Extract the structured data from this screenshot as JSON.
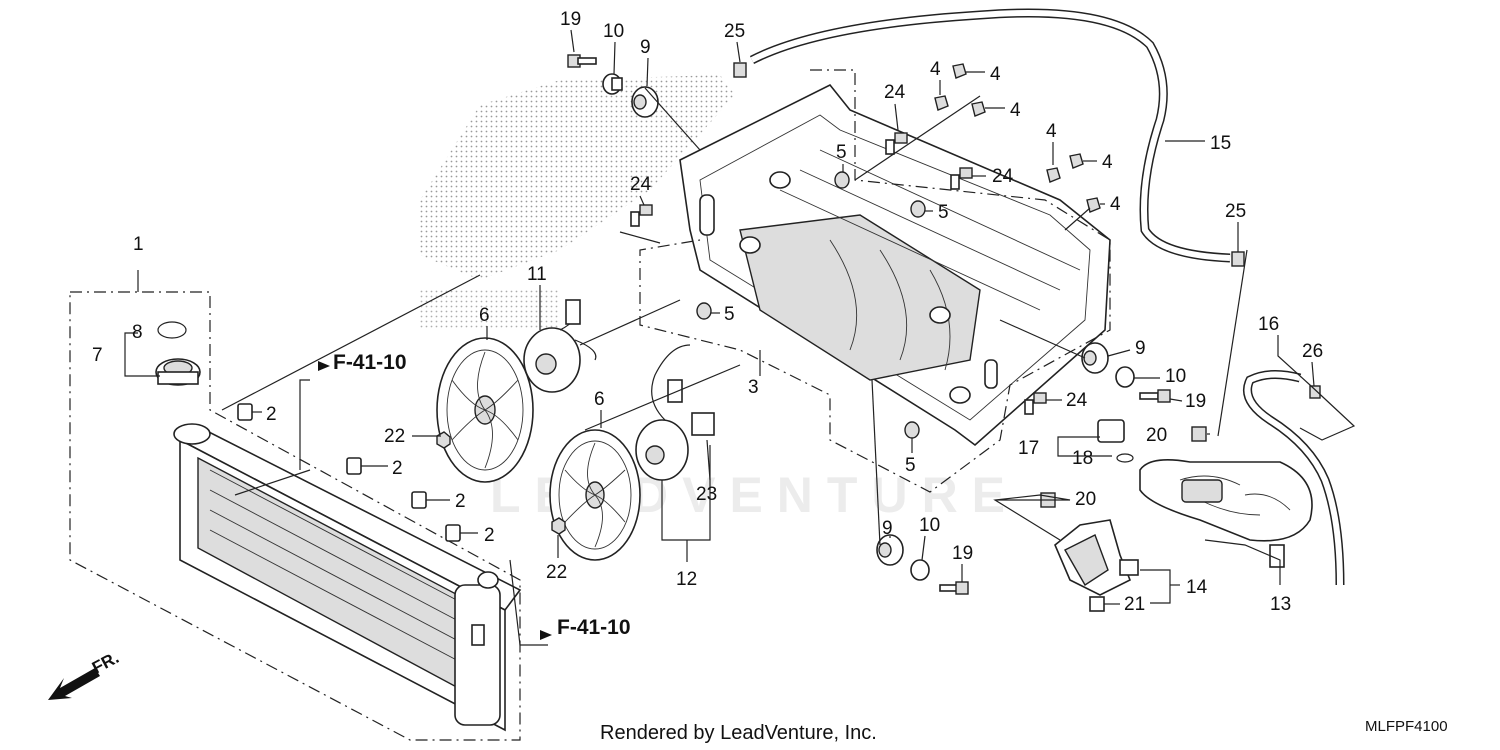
{
  "callouts": {
    "c1": "1",
    "c2a": "2",
    "c2b": "2",
    "c2c": "2",
    "c2d": "2",
    "c3": "3",
    "c4a": "4",
    "c4b": "4",
    "c4c": "4",
    "c4d": "4",
    "c4e": "4",
    "c4f": "4",
    "c5a": "5",
    "c5b": "5",
    "c5c": "5",
    "c5d": "5",
    "c6a": "6",
    "c6b": "6",
    "c7": "7",
    "c8": "8",
    "c9a": "9",
    "c9b": "9",
    "c9c": "9",
    "c10a": "10",
    "c10b": "10",
    "c10c": "10",
    "c11": "11",
    "c12": "12",
    "c13": "13",
    "c14": "14",
    "c15": "15",
    "c16": "16",
    "c17": "17",
    "c18": "18",
    "c19a": "19",
    "c19b": "19",
    "c19c": "19",
    "c20a": "20",
    "c20b": "20",
    "c21": "21",
    "c22a": "22",
    "c22b": "22",
    "c23": "23",
    "c24a": "24",
    "c24b": "24",
    "c24c": "24",
    "c24d": "24",
    "c25a": "25",
    "c25b": "25",
    "c26": "26"
  },
  "references": {
    "top": "F-41-10",
    "bottom": "F-41-10"
  },
  "front_indicator": "FR.",
  "watermark": "LEADVENTURE",
  "footer": {
    "rendered_by": "Rendered by LeadVenture, Inc.",
    "code": "MLFPF4100"
  },
  "icons": {
    "front_arrow": "arrow-left-down-icon"
  }
}
